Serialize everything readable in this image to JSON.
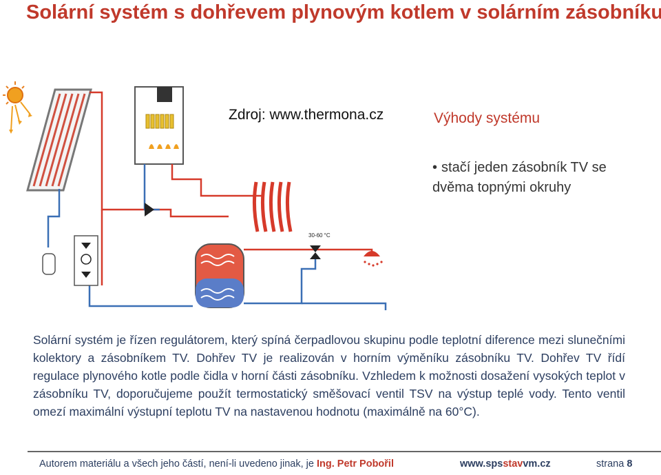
{
  "title": "Solární systém s dohřevem plynovým kotlem v solárním zásobníku",
  "source": "Zdroj: www.thermona.cz",
  "diagram": {
    "thermostat_label": "30-60 °C"
  },
  "advantages": {
    "heading": "Výhody systému",
    "bullet_char": "•",
    "items": [
      "stačí jeden zásobník TV se dvěma topnými okruhy"
    ]
  },
  "body_text": "Solární systém je řízen regulátorem, který spíná čerpadlovou skupinu podle teplotní diference mezi slunečními kolektory a zásobníkem TV. Dohřev TV je realizován v horním výměníku zásobníku TV. Dohřev TV řídí regulace plynového kotle podle čidla v horní části zásobníku. Vzhledem k možnosti dosažení vysokých teplot v zásobníku TV, doporučujeme použít termostatický směšovací ventil TSV na výstup teplé vody. Tento ventil omezí maximální výstupní teplotu TV na nastavenou hodnotu (maximálně na 60°C).",
  "footer": {
    "author_prefix": "Autorem materiálu a všech jeho částí, není-li uvedeno jinak, je",
    "author_name": "Ing. Petr Pobořil",
    "web_a": "www.sps",
    "web_b": "stav",
    "web_c": "vm.cz",
    "page_label": "strana",
    "page_number": "8"
  },
  "colors": {
    "accent": "#c0392b",
    "hot": "#d63a2a",
    "cold": "#3a6fb5",
    "pipe": "#1f5e9e"
  }
}
